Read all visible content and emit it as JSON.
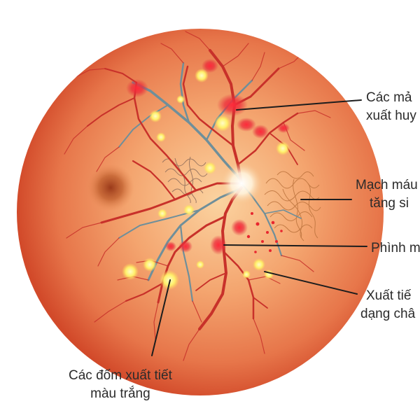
{
  "labels": {
    "hemorrhage": [
      "Các mả",
      "xuất huy"
    ],
    "neovascular": [
      "Mạch máu",
      "tăng si"
    ],
    "microaneurysm": [
      "Phình m"
    ],
    "hard_exudate": [
      "Xuất tiế",
      "dạng châ"
    ],
    "soft_exudate": [
      "Các đốm xuất tiết",
      "màu trắng"
    ]
  },
  "colors": {
    "retina_center": "#f6b27c",
    "retina_edge": "#d24a2a",
    "vessel": "#c8312a",
    "vein": "#6f8f9a",
    "exudate": "#fff26a",
    "macula": "#9b3a1a",
    "text": "#2b2b2b"
  }
}
